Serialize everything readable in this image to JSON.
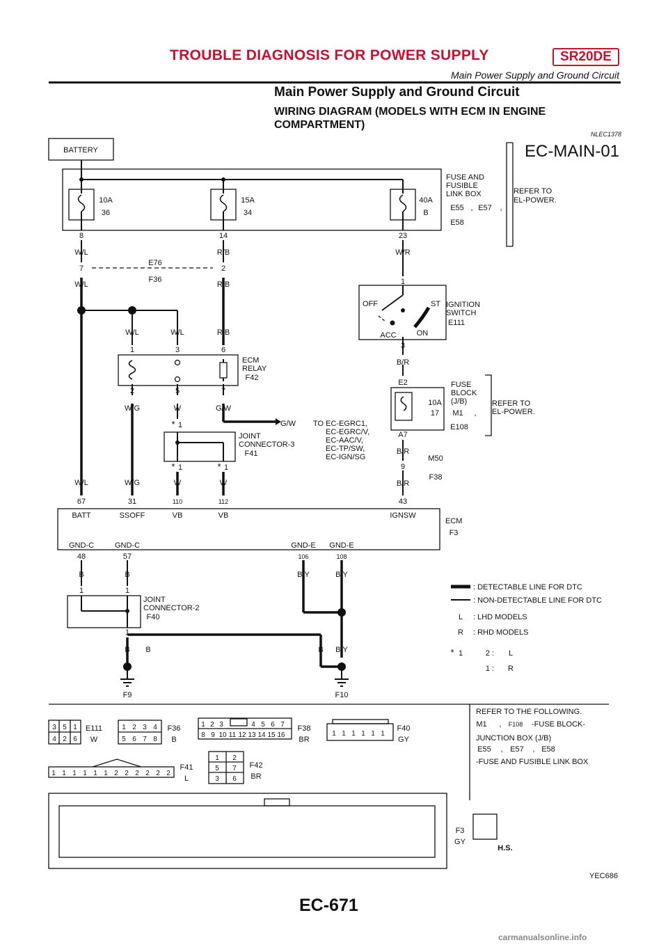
{
  "header": {
    "title": "TROUBLE DIAGNOSIS FOR POWER SUPPLY",
    "badge": "SR20DE",
    "subtitle": "Main Power Supply and Ground Circuit"
  },
  "section": {
    "title": "Main Power Supply and Ground Circuit",
    "subtitle": "WIRING DIAGRAM (MODELS WITH ECM IN ENGINE COMPARTMENT)",
    "code": "NLEC1378"
  },
  "diagram": {
    "name": "EC-MAIN-01",
    "battery": "BATTERY",
    "fuse_box": {
      "label": [
        "FUSE AND",
        "FUSIBLE",
        "LINK BOX"
      ],
      "connectors": [
        "E55",
        ",",
        "E57",
        ",",
        "E58"
      ],
      "refer": [
        "REFER TO",
        "EL-POWER."
      ],
      "fuses": [
        {
          "rating": "10A",
          "no": "36",
          "term": "8",
          "wire": "W/L"
        },
        {
          "rating": "15A",
          "no": "34",
          "term": "14",
          "wire": "R/B"
        },
        {
          "rating": "40A",
          "no": "B",
          "term": "23",
          "wire": "W/R"
        }
      ]
    },
    "joint_e76": {
      "top": "E76",
      "bottom": "F36",
      "left_term": "7",
      "right_term": "2",
      "left_wire": "W/L",
      "right_wire": "R/B"
    },
    "ignition": {
      "label": [
        "IGNITION",
        "SWITCH"
      ],
      "conn": "E111",
      "top_term": "1",
      "bottom_term": "3",
      "off": "OFF",
      "st": "ST",
      "acc": "ACC",
      "on": "ON",
      "wire_out": "B/R"
    },
    "ecm_relay": {
      "label": [
        "ECM",
        "RELAY"
      ],
      "conn": "F42",
      "terms_top": [
        "1",
        "3",
        "6"
      ],
      "terms_bottom": [
        "2",
        "5",
        "7"
      ],
      "wires_top": [
        "W/L",
        "W/L",
        "R/B"
      ],
      "wires_bottom": [
        "W/G",
        "W",
        "G/W"
      ]
    },
    "to_note": {
      "wire": "G/W",
      "lines": [
        "TO EC-EGRC1,",
        "EC-EGRC/V,",
        "EC-AAC/V,",
        "EC-TP/SW,",
        "EC-IGN/SG"
      ]
    },
    "joint3": {
      "label": [
        "JOINT",
        "CONNECTOR-3"
      ],
      "conn": "F41",
      "term": "1"
    },
    "fuse_block": {
      "label": [
        "FUSE",
        "BLOCK",
        "(J/B)"
      ],
      "conn": [
        "M1",
        ",",
        "E108"
      ],
      "rating": "10A",
      "no": "17",
      "top_term": "E2",
      "bottom_term": "A7",
      "wire": "B/R",
      "refer": [
        "REFER TO",
        "EL-POWER."
      ]
    },
    "m50": {
      "top": "M50",
      "bottom": "F38",
      "term": "9",
      "wire": "B/R"
    },
    "ecm": {
      "label": "ECM",
      "conn": "F3",
      "top_terms": [
        {
          "no": "67",
          "name": "BATT",
          "wire": "W/L"
        },
        {
          "no": "31",
          "name": "SSOFF",
          "wire": "W/G"
        },
        {
          "no": "110",
          "name": "VB",
          "wire": "W"
        },
        {
          "no": "112",
          "name": "VB",
          "wire": "W"
        },
        {
          "no": "43",
          "name": "IGNSW",
          "wire": "B/R"
        }
      ],
      "bottom_terms": [
        {
          "no": "48",
          "name": "GND-C",
          "wire": "B"
        },
        {
          "no": "57",
          "name": "GND-C",
          "wire": "B"
        },
        {
          "no": "106",
          "name": "GND-E",
          "wire": "B/Y"
        },
        {
          "no": "108",
          "name": "GND-E",
          "wire": "B/Y"
        }
      ]
    },
    "joint2": {
      "label": [
        "JOINT",
        "CONNECTOR-2"
      ],
      "conn": "F40",
      "term": "1",
      "wires": [
        "B",
        "B",
        "B",
        "B/Y"
      ]
    },
    "grounds": [
      "F9",
      "F10"
    ],
    "legend": {
      "detectable": ": DETECTABLE LINE FOR DTC",
      "nondetectable": ": NON-DETECTABLE LINE FOR DTC",
      "l_tag": "L",
      "l_text": ": LHD MODELS",
      "r_tag": "R",
      "r_text": ": RHD MODELS",
      "star": "1",
      "star_l": "2 :",
      "star_r": "1 :"
    },
    "connectors": {
      "e111": {
        "name": "E111",
        "color": "W",
        "pins": [
          "3",
          "5",
          "1",
          "4",
          "2",
          "6"
        ]
      },
      "f36": {
        "name": "F36",
        "color": "B",
        "pins": [
          "1",
          "2",
          "3",
          "4",
          "5",
          "6",
          "7",
          "8"
        ]
      },
      "f38": {
        "name": "F38",
        "color": "BR",
        "pins": [
          "1",
          "2",
          "3",
          "4",
          "5",
          "6",
          "7",
          "8",
          "9",
          "10",
          "11",
          "12",
          "13",
          "14",
          "15",
          "16"
        ]
      },
      "f40": {
        "name": "F40",
        "color": "GY",
        "pins": [
          "1",
          "1",
          "1",
          "1",
          "1",
          "1"
        ]
      },
      "f41": {
        "name": "F41",
        "color": "L",
        "pins": [
          "1",
          "1",
          "1",
          "1",
          "1",
          "1",
          "2",
          "2",
          "2",
          "2",
          "2",
          "2"
        ]
      },
      "f42": {
        "name": "F42",
        "color": "BR",
        "pins": [
          "1",
          "2",
          "5",
          "7",
          "3",
          "6"
        ]
      },
      "f3": {
        "name": "F3",
        "color": "GY",
        "badge": "H.S."
      }
    },
    "refer_following": {
      "title": "REFER TO THE FOLLOWING.",
      "line1": [
        "M1",
        ",",
        "F108",
        "-FUSE BLOCK-"
      ],
      "line2": "JUNCTION BOX (J/B)",
      "line3": [
        "E55",
        ",",
        "E57",
        ",",
        "E58"
      ],
      "line4": "-FUSE AND FUSIBLE LINK BOX"
    },
    "fig_code": "YEC686"
  },
  "footer": {
    "page": "EC-671",
    "site": "carmanualsonline.info"
  }
}
